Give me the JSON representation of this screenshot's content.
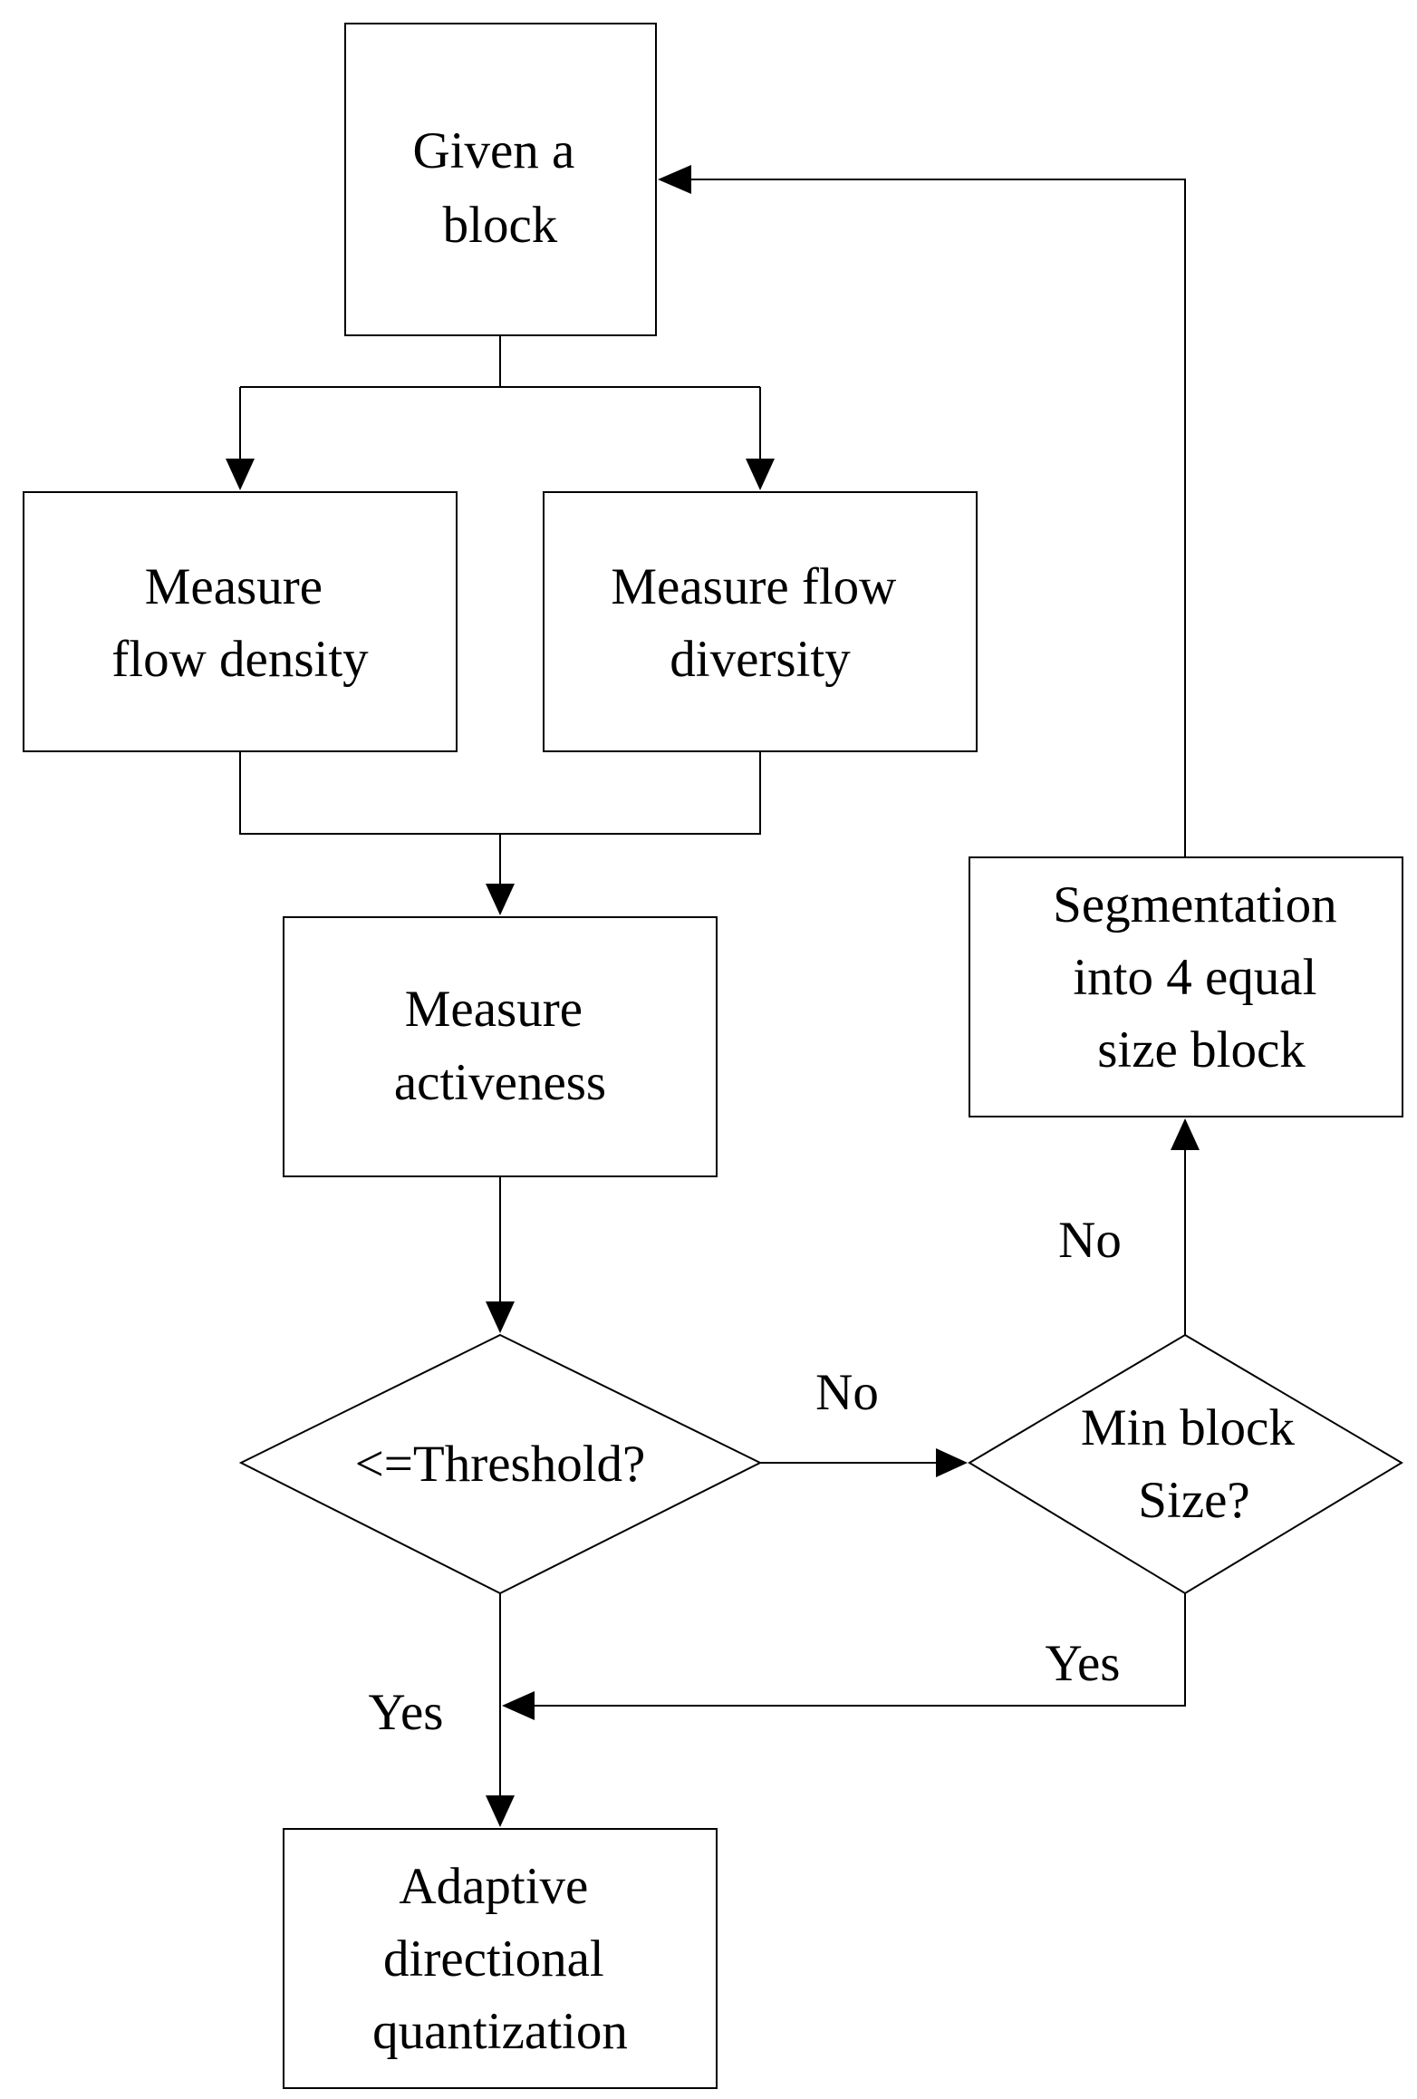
{
  "nodes": {
    "given_block": {
      "lines": [
        "Given a",
        "block"
      ]
    },
    "measure_density": {
      "lines": [
        "Measure",
        "flow density"
      ]
    },
    "measure_diversity": {
      "lines": [
        "Measure flow",
        "diversity"
      ]
    },
    "measure_activeness": {
      "lines": [
        "Measure",
        "activeness"
      ]
    },
    "threshold_decision": {
      "lines": [
        "<=Threshold?"
      ]
    },
    "min_block_decision": {
      "lines": [
        "Min block",
        "Size?"
      ]
    },
    "segmentation": {
      "lines": [
        "Segmentation",
        "into 4 equal",
        "size block"
      ]
    },
    "adaptive_quantization": {
      "lines": [
        "Adaptive",
        "directional",
        "quantization"
      ]
    }
  },
  "edge_labels": {
    "threshold_no": "No",
    "threshold_yes": "Yes",
    "min_block_no": "No",
    "min_block_yes": "Yes"
  }
}
